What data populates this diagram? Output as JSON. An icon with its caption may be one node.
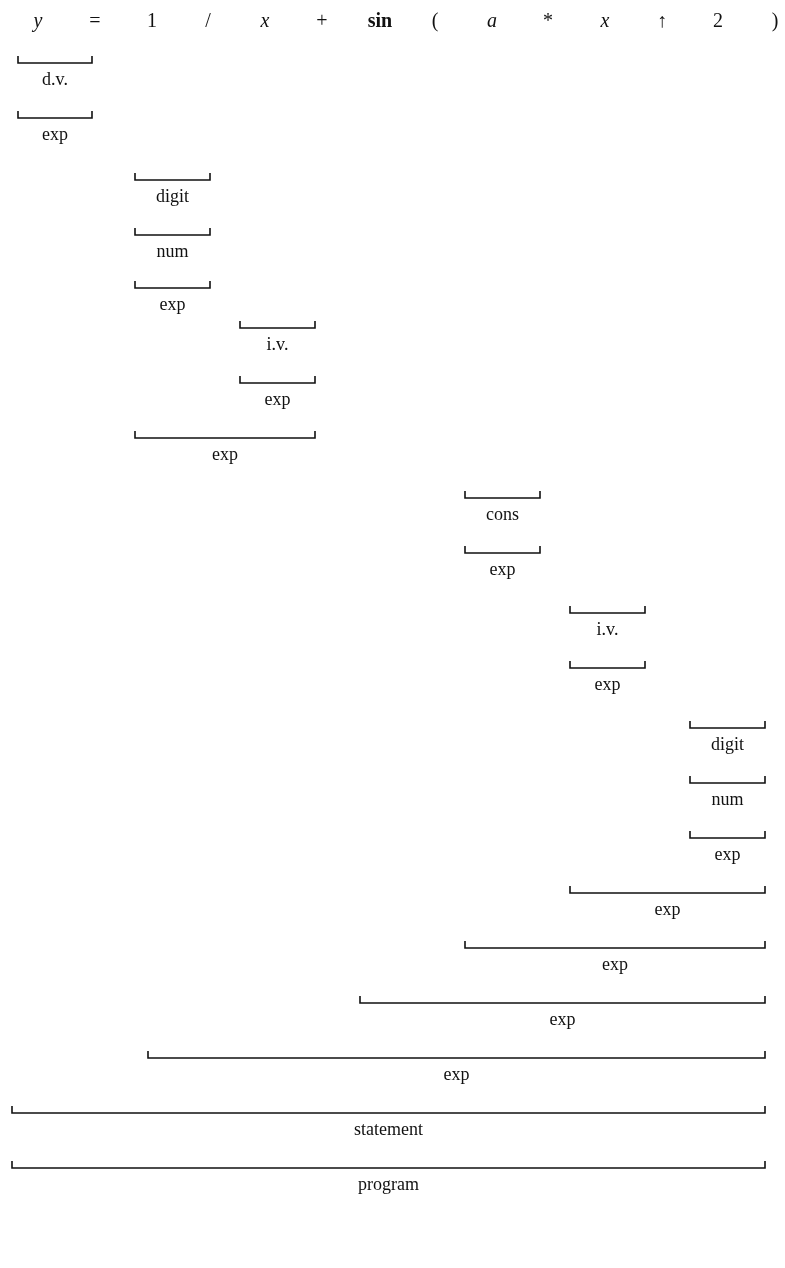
{
  "diagram": {
    "labels": [
      "y",
      "=",
      "1",
      "/",
      "x",
      "+",
      "sin",
      "(",
      "a",
      "*",
      "x",
      "↑",
      "2",
      ")",
      "d.v.",
      "exp",
      "digit",
      "num",
      "exp",
      "i.v.",
      "exp",
      "exp",
      "cons",
      "exp",
      "i.v.",
      "exp",
      "digit",
      "num",
      "exp",
      "exp",
      "exp",
      "exp",
      "exp",
      "statement",
      "program"
    ]
  }
}
